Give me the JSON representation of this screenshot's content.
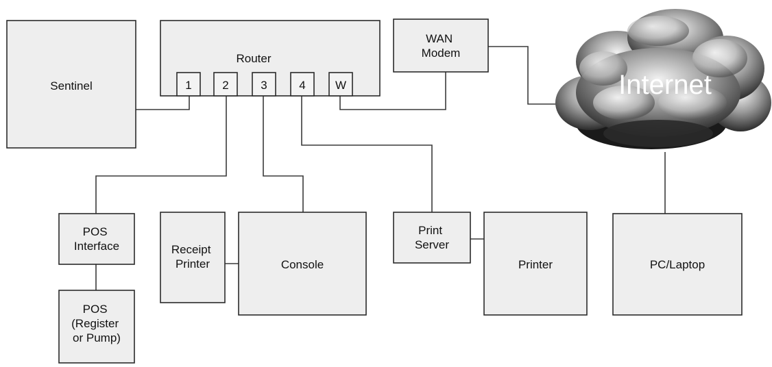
{
  "nodes": {
    "sentinel": "Sentinel",
    "router": "Router",
    "wan_modem": [
      "WAN",
      "Modem"
    ],
    "internet": "Internet",
    "pos_interface": [
      "POS",
      "Interface"
    ],
    "pos": [
      "POS",
      "(Register",
      "or Pump)"
    ],
    "receipt_printer": [
      "Receipt",
      "Printer"
    ],
    "console": "Console",
    "print_server": [
      "Print",
      "Server"
    ],
    "printer": "Printer",
    "pc_laptop": "PC/Laptop"
  },
  "router_ports": [
    "1",
    "2",
    "3",
    "4",
    "W"
  ]
}
